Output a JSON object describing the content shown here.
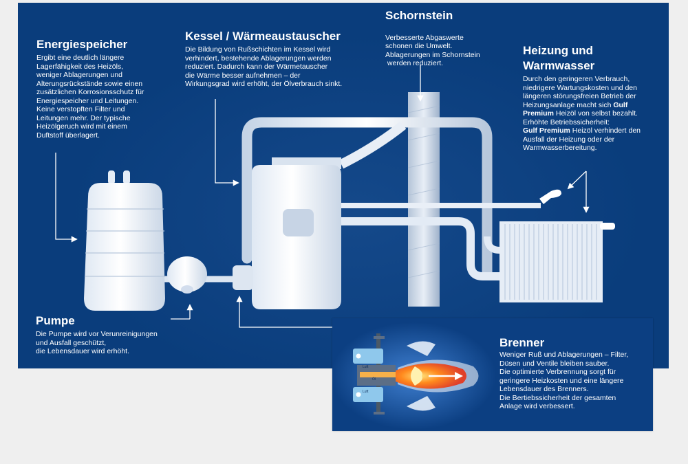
{
  "energiespeicher": {
    "title": "Energiespeicher",
    "lines": [
      "Ergibt eine deutlich längere",
      "Lagerfähigkeit des Heizöls,",
      "weniger Ablagerungen und",
      "Alterungsrückstände sowie einen",
      "zusätzlichen Korrosionsschutz für",
      "Energiespeicher und Leitungen.",
      "Keine verstopften Filter und",
      "Leitungen mehr. Der typische",
      "Heizölgeruch wird mit einem",
      "Duftstoff überlagert."
    ]
  },
  "kessel": {
    "title": "Kessel / Wärmeaustauscher",
    "lines": [
      "Die Bildung von Rußschichten im Kessel wird",
      "verhindert, bestehende Ablagerungen werden",
      "reduziert. Dadurch kann der Wärmetauscher",
      "die Wärme besser aufnehmen – der",
      "Wirkungsgrad wird erhöht, der Ölverbrauch sinkt."
    ]
  },
  "schornstein": {
    "title": "Schornstein",
    "lines": [
      "Verbesserte Abgaswerte",
      "schonen die Umwelt.",
      "Ablagerungen im Schornstein",
      " werden reduziert."
    ]
  },
  "heizung": {
    "title_1": "Heizung und",
    "title_2": "Warmwasser",
    "l1": "Durch den geringeren Verbrauch,",
    "l2": "niedrigere Wartungskosten und den",
    "l3": "längeren störungsfreien Betrieb der",
    "l4_pre": "Heizungsanlage macht sich ",
    "l4_bold": "Gulf",
    "l5_bold": "Premium",
    "l5_post": " Heizöl von selbst bezahlt.",
    "l6": "Erhöhte Betriebssicherheit:",
    "l7_bold": "Gulf Premium",
    "l7_post": " Heizöl verhindert den",
    "l8": "Ausfall der Heizung oder der",
    "l9": "Warmwasserbereitung."
  },
  "pumpe": {
    "title": "Pumpe",
    "lines": [
      "Die Pumpe wird vor Verunreinigungen",
      "und Ausfall geschützt,",
      "die Lebensdauer wird erhöht."
    ]
  },
  "brenner": {
    "title": "Brenner",
    "lines": [
      "Weniger Ruß und Ablagerungen – Filter,",
      "Düsen und Ventile bleiben sauber.",
      "Die optimierte Verbrennung sorgt für",
      "geringere Heizkosten und eine längere",
      "Lebensdauer des Brenners.",
      "Die Bertiebssicherheit der gesamten",
      "Anlage wird verbessert."
    ],
    "label_luft": "Luft",
    "label_oel": "Öl"
  },
  "colors": {
    "panel": "#0a3d7c",
    "page": "#efefef",
    "brenner_panel": "#0c3f82",
    "text": "#ffffff"
  }
}
